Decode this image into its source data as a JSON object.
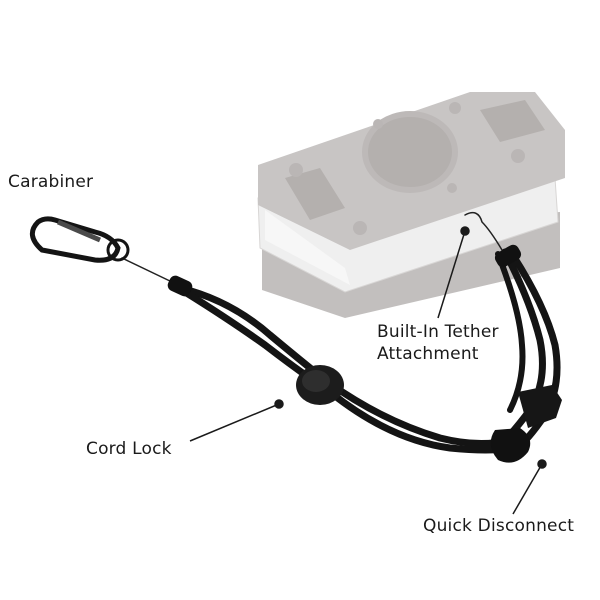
{
  "diagram": {
    "labels": {
      "carabiner": "Carabiner",
      "tether_line1": "Built-In Tether",
      "tether_line2": "Attachment",
      "cord_lock": "Cord Lock",
      "quick_disconnect": "Quick Disconnect"
    },
    "colors": {
      "device_body": "#c8c5c4",
      "device_dark": "#b4b0ae",
      "device_lens": "#efefef",
      "cord": "#141414",
      "callout": "#1a1a1a"
    }
  }
}
